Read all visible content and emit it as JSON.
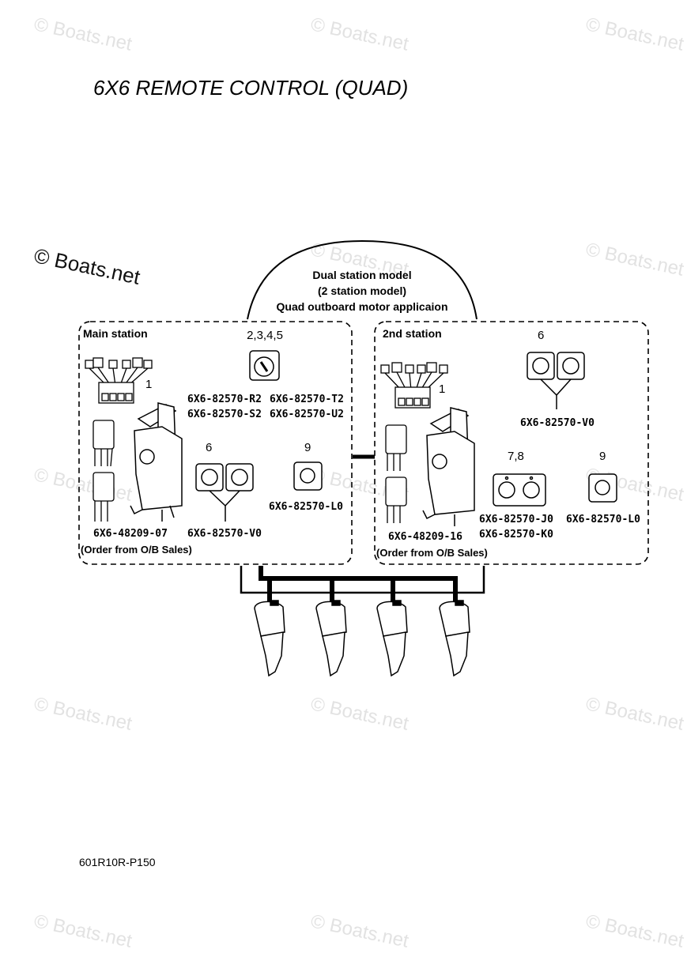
{
  "title": "6X6 REMOTE CONTROL (QUAD)",
  "watermark": "© Boats.net",
  "dual_station": {
    "line1": "Dual station model",
    "line2": "(2 station model)",
    "line3": "Quad outboard motor applicaion"
  },
  "main_station": {
    "label": "Main station",
    "ref_2345": "2,3,4,5",
    "ref_1": "1",
    "ref_6": "6",
    "ref_9": "9",
    "codes_2345": [
      "6X6-82570-R2",
      "6X6-82570-T2",
      "6X6-82570-S2",
      "6X6-82570-U2"
    ],
    "code_6": "6X6-82570-V0",
    "code_9": "6X6-82570-L0",
    "code_1": "6X6-48209-07",
    "order_note": "(Order from O/B Sales)"
  },
  "second_station": {
    "label": "2nd station",
    "ref_6": "6",
    "ref_1": "1",
    "ref_78": "7,8",
    "ref_9": "9",
    "code_6": "6X6-82570-V0",
    "codes_78": [
      "6X6-82570-J0",
      "6X6-82570-K0"
    ],
    "code_9": "6X6-82570-L0",
    "code_1": "6X6-48209-16",
    "order_note": "(Order from O/B Sales)"
  },
  "reference_code": "601R10R-P150"
}
